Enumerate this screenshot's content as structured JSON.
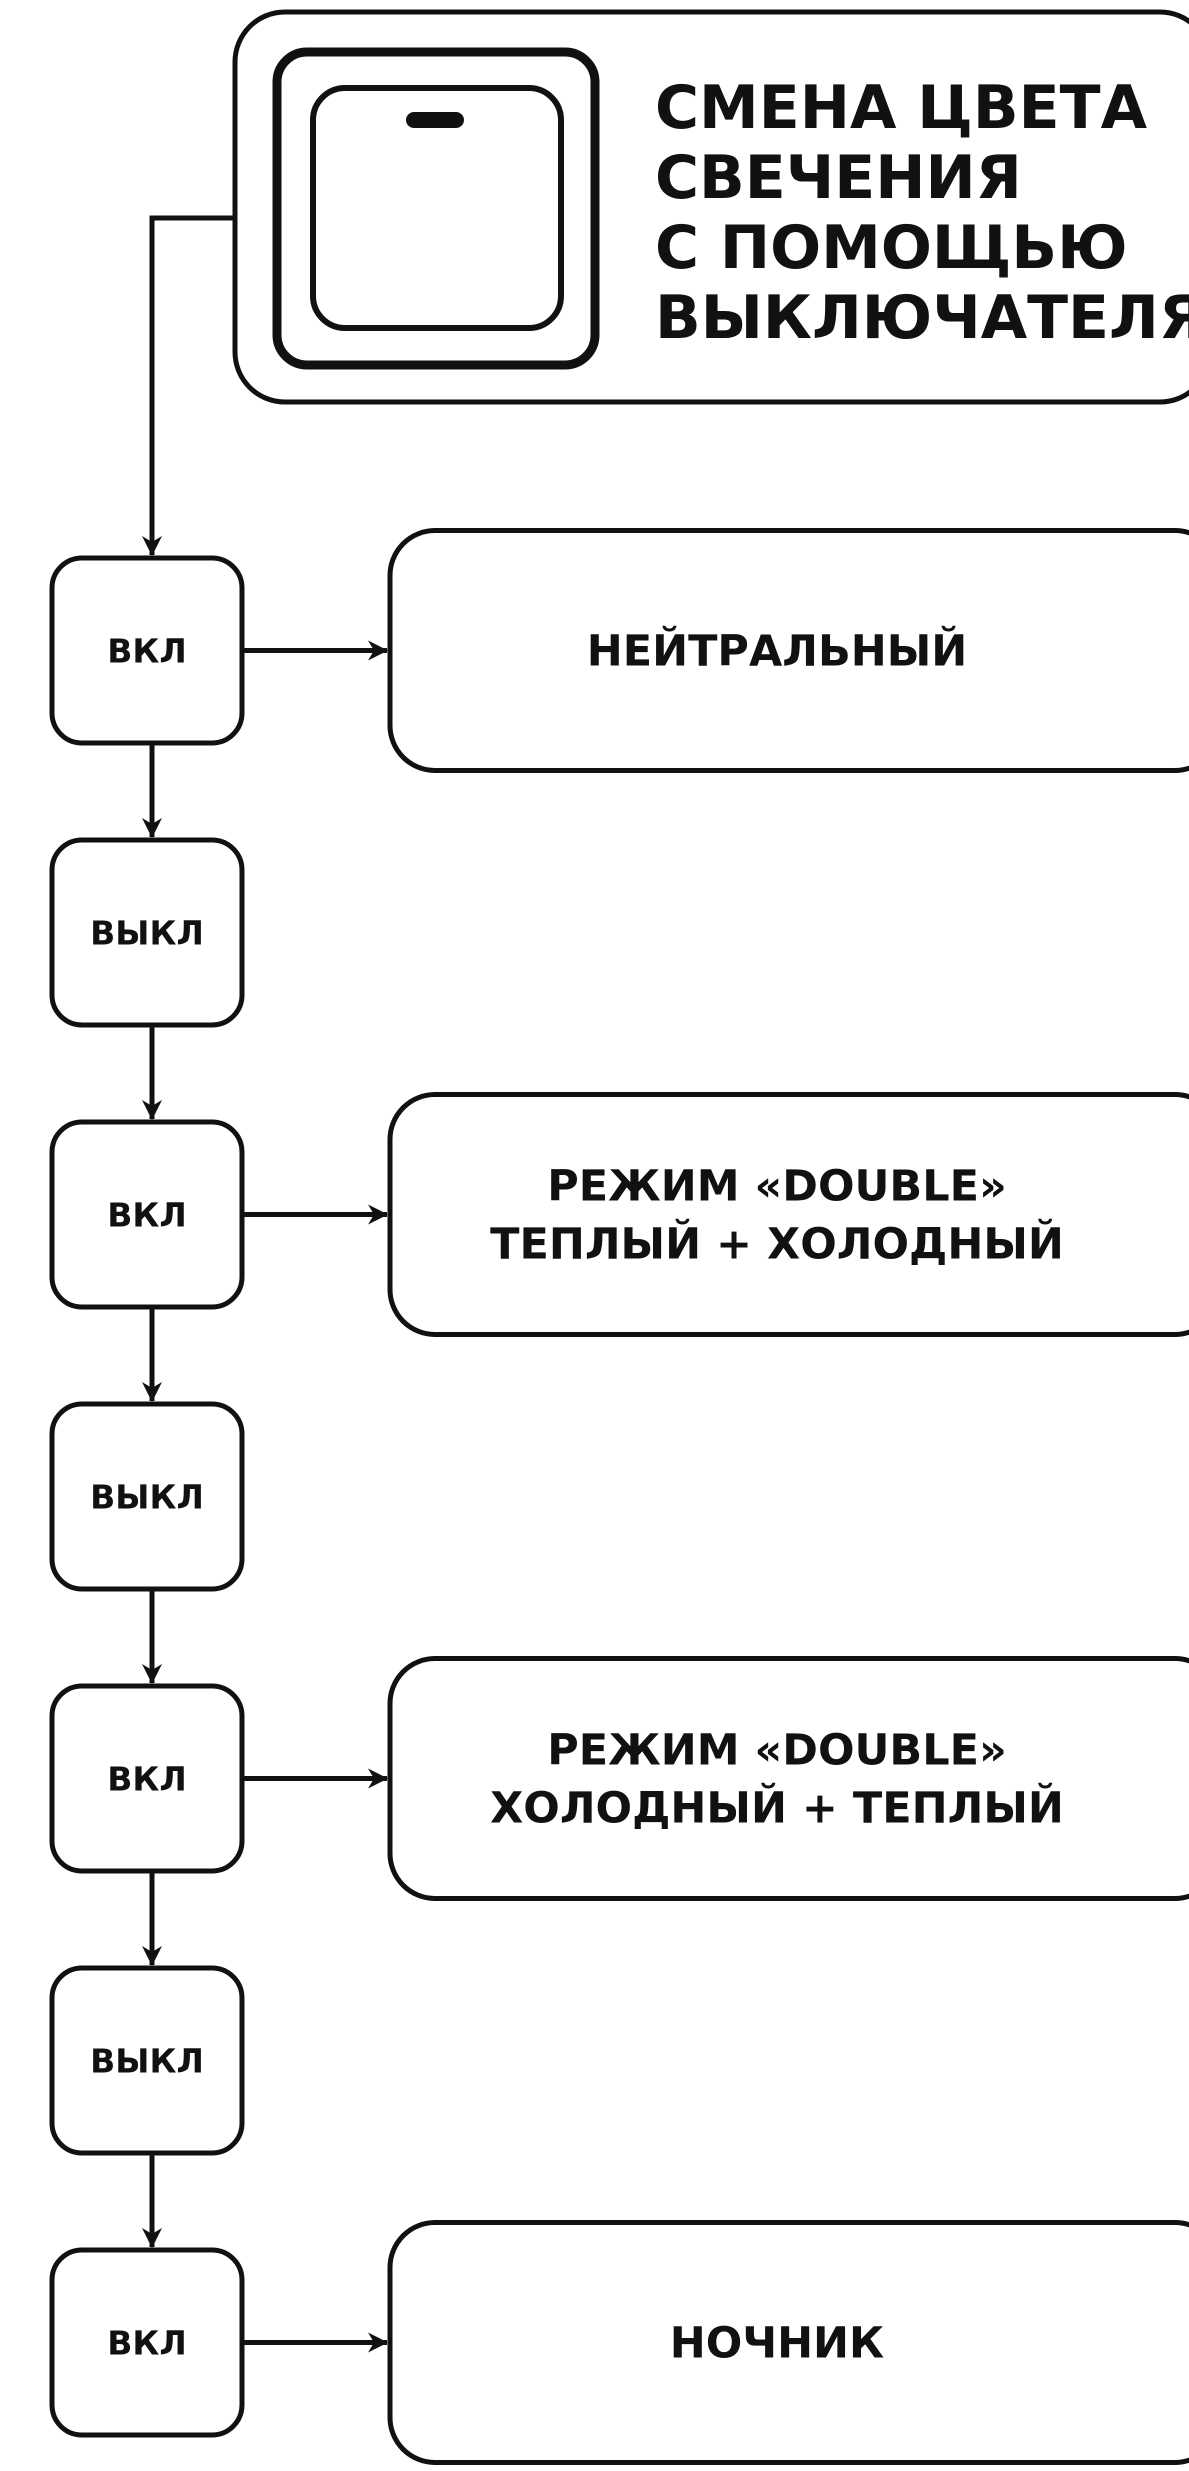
{
  "title": {
    "lines": [
      "СМЕНА ЦВЕТА",
      "СВЕЧЕНИЯ",
      "С ПОМОЩЬЮ",
      "ВЫКЛЮЧАТЕЛЯ"
    ]
  },
  "steps": [
    {
      "label": "ВКЛ",
      "result": [
        "НЕЙТРАЛЬНЫЙ"
      ]
    },
    {
      "label": "ВЫКЛ",
      "result": []
    },
    {
      "label": "ВКЛ",
      "result": [
        "РЕЖИМ «DOUBLE»",
        "ТЕПЛЫЙ + ХОЛОДНЫЙ"
      ]
    },
    {
      "label": "ВЫКЛ",
      "result": []
    },
    {
      "label": "ВКЛ",
      "result": [
        "РЕЖИМ «DOUBLE»",
        "ХОЛОДНЫЙ + ТЕПЛЫЙ"
      ]
    },
    {
      "label": "ВЫКЛ",
      "result": []
    },
    {
      "label": "ВКЛ",
      "result": [
        "НОЧНИК"
      ]
    }
  ],
  "colors": {
    "stroke": "#111111",
    "background": "#ffffff"
  },
  "icons": {
    "switch": "wall-switch-icon"
  }
}
